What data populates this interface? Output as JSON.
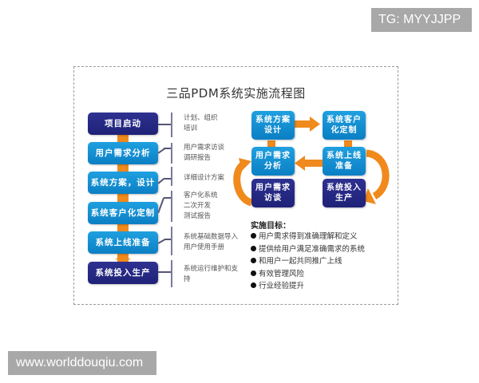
{
  "watermarks": {
    "top_right": "TG: MYYJJPP",
    "bottom_left": "www.worlddouqiu.com"
  },
  "diagram": {
    "title": "三品PDM系统实施流程图",
    "colors": {
      "dark_box": "#2e3190",
      "light_box": "#1592d6",
      "arrow": "#f08a1c",
      "border": "#9a9a9a"
    },
    "left_flow": [
      {
        "label": "项目启动",
        "style": "dark",
        "note": [
          "计划、组织",
          "培训"
        ]
      },
      {
        "label": "用户需求分析",
        "style": "light",
        "note": [
          "用户需求访谈",
          "调研报告"
        ]
      },
      {
        "label": "系统方案，设计",
        "style": "light",
        "note": [
          "详细设计方案"
        ]
      },
      {
        "label": "系统客户化定制",
        "style": "light",
        "note": [
          "客户化系统",
          "二次开发",
          "测试报告"
        ]
      },
      {
        "label": "系统上线准备",
        "style": "light",
        "note": [
          "系统基础数据导入",
          "用户使用手册"
        ]
      },
      {
        "label": "系统投入生产",
        "style": "dark",
        "note": [
          "系统运行维护和支",
          "持"
        ]
      }
    ],
    "cycle": {
      "design": {
        "line1": "系统方案",
        "line2": "设计"
      },
      "custom": {
        "line1": "系统客户",
        "line2": "化定制"
      },
      "analysis": {
        "line1": "用户需求",
        "line2": "分析"
      },
      "prepare": {
        "line1": "系统上线",
        "line2": "准备"
      },
      "interview": {
        "line1": "用户需求",
        "line2": "访谈"
      },
      "production": {
        "line1": "系统投入",
        "line2": "生产"
      }
    },
    "goals": {
      "title": "实施目标：",
      "items": [
        "用户需求得到准确理解和定义",
        "提供给用户满足准确需求的系统",
        "和用户一起共同推广上线",
        "有效管理风险",
        "行业经验提升"
      ]
    }
  }
}
